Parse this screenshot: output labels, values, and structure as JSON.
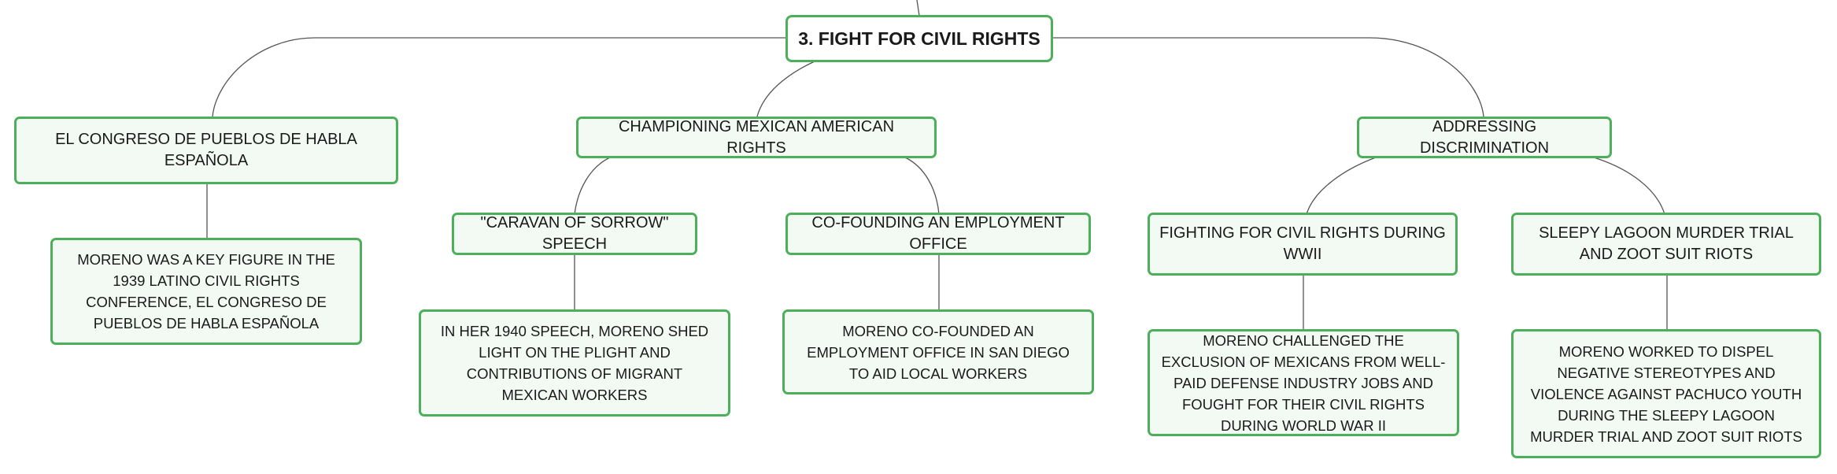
{
  "map": {
    "root": "3. Fight for Civil Rights",
    "branches": [
      {
        "label": "El Congreso de Pueblos de Habla Española",
        "detail": "Moreno was a key figure in the 1939 Latino civil rights conference, El Congreso de Pueblos de Habla Española"
      },
      {
        "label": "Championing Mexican American Rights",
        "children": [
          {
            "label": "\"Caravan of Sorrow\" Speech",
            "detail": "In her 1940 speech, Moreno shed light on the plight and contributions of migrant Mexican workers"
          },
          {
            "label": "Co-founding an Employment Office",
            "detail": "Moreno co-founded an employment office in San Diego to aid local workers"
          }
        ]
      },
      {
        "label": "Addressing Discrimination",
        "children": [
          {
            "label": "Fighting for Civil Rights during WWII",
            "detail": "Moreno challenged the exclusion of Mexicans from well-paid defense industry jobs and fought for their civil rights during World War II"
          },
          {
            "label": "Sleepy Lagoon Murder Trial and Zoot Suit Riots",
            "detail": "Moreno worked to dispel negative stereotypes and violence against Pachuco youth during the Sleepy Lagoon Murder Trial and Zoot Suit Riots"
          }
        ]
      }
    ]
  },
  "colors": {
    "border": "#4caf5a",
    "fill": "#f3faf4",
    "line": "#555555"
  }
}
